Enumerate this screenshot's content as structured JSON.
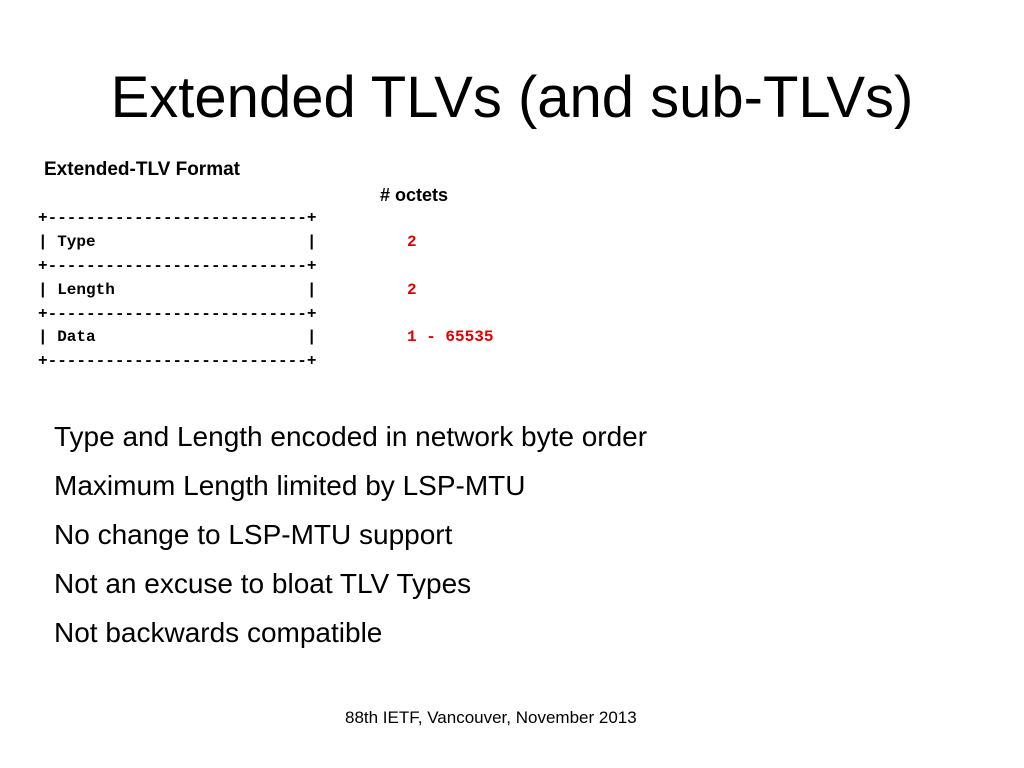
{
  "slide": {
    "title": "Extended TLVs (and sub-TLVs)",
    "format_heading": "Extended-TLV Format",
    "octets_heading": "# octets",
    "diagram": {
      "border": "+---------------------------+",
      "rows": [
        {
          "field": "| Type                      |",
          "octets": "2"
        },
        {
          "field": "| Length                    |",
          "octets": "2"
        },
        {
          "field": "| Data                      |",
          "octets": "1 - 65535"
        }
      ]
    },
    "bullets": [
      "Type and Length encoded in network byte order",
      "Maximum Length limited by LSP-MTU",
      "No change to LSP-MTU support",
      "Not an excuse to bloat TLV Types",
      "Not backwards compatible"
    ],
    "footer": "88th IETF, Vancouver, November 2013"
  },
  "colors": {
    "text": "#000000",
    "octet_value": "#e00000",
    "background": "#ffffff"
  }
}
